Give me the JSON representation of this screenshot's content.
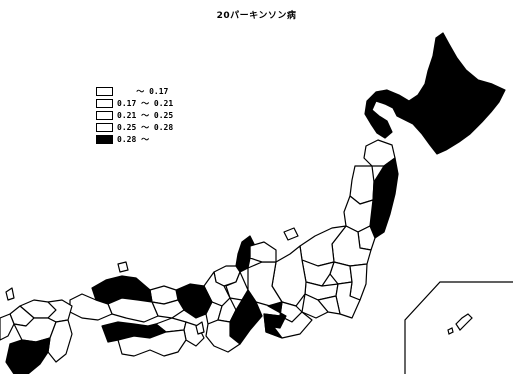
{
  "title": "20パーキンソン病",
  "legend": [
    {
      "label": "    ～ 0.17",
      "fill": "#ffffff"
    },
    {
      "label": "0.17 ～ 0.21",
      "fill": "#ffffff"
    },
    {
      "label": "0.21 ～ 0.25",
      "fill": "#ffffff"
    },
    {
      "label": "0.25 ～ 0.28",
      "fill": "#ffffff"
    },
    {
      "label": "0.28 ～",
      "fill": "#000000"
    }
  ],
  "colors": {
    "high": "#000000",
    "low": "#ffffff",
    "border": "#000000"
  }
}
